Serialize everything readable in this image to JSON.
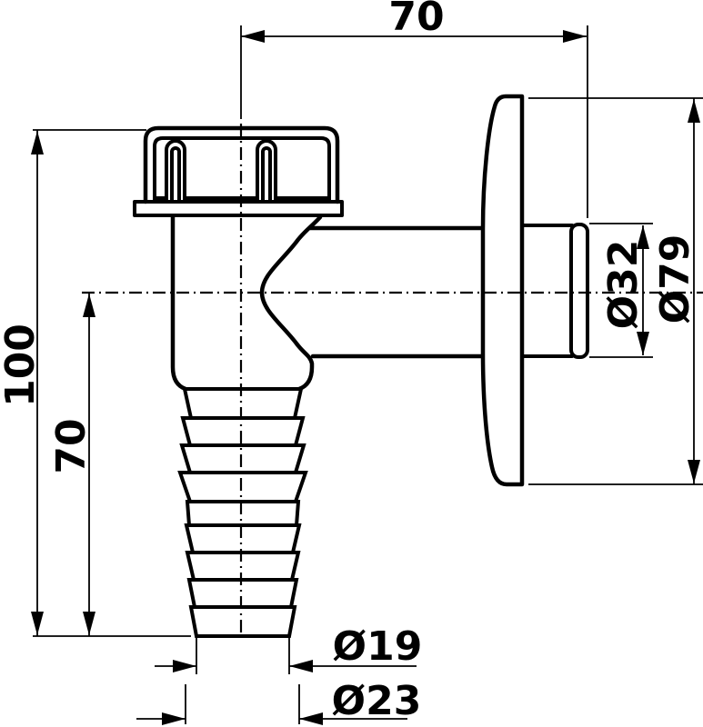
{
  "drawing": {
    "background": "#ffffff",
    "line_color": "#000000",
    "labels": {
      "top_width": "70",
      "overall_height": "100",
      "axis_height": "70",
      "outlet_diameter": "Ø32",
      "plate_diameter": "Ø79",
      "hose_tip_diameter": "Ø19",
      "hose_barb_diameter": "Ø23"
    }
  }
}
